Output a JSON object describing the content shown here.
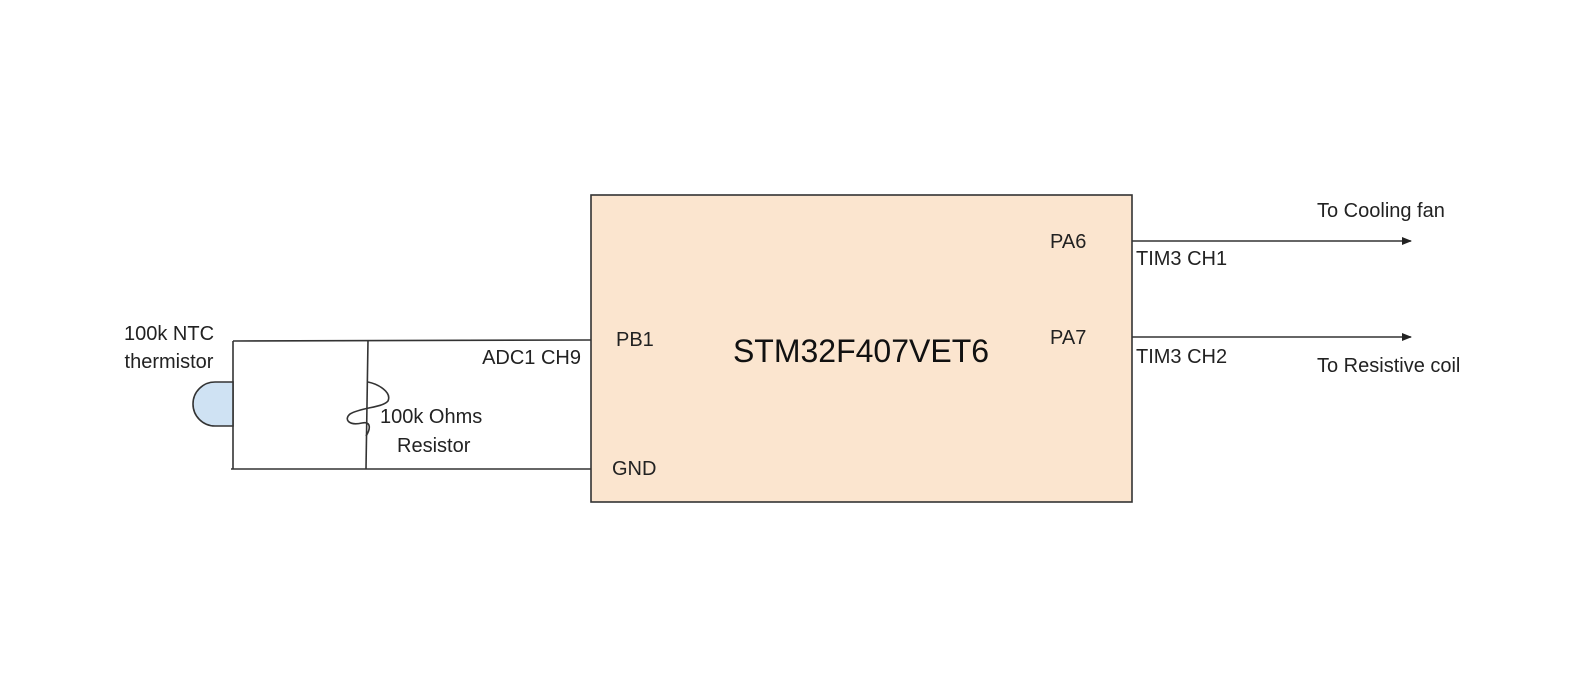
{
  "mcu": {
    "name": "STM32F407VET6",
    "fill_color": "#fbe5cf",
    "pins": {
      "pa6": "PA6",
      "pa7": "PA7",
      "pb1": "PB1",
      "gnd": "GND"
    }
  },
  "signals": {
    "adc": "ADC1 CH9",
    "tim3_ch1": "TIM3 CH1",
    "tim3_ch2": "TIM3 CH2"
  },
  "outputs": {
    "cooling_fan": "To Cooling fan",
    "resistive_coil": "To Resistive coil"
  },
  "thermistor": {
    "label_line1": "100k NTC",
    "label_line2": "thermistor",
    "fill_color": "#cfe2f3"
  },
  "resistor": {
    "label_line1": "100k Ohms",
    "label_line2": "Resistor"
  }
}
